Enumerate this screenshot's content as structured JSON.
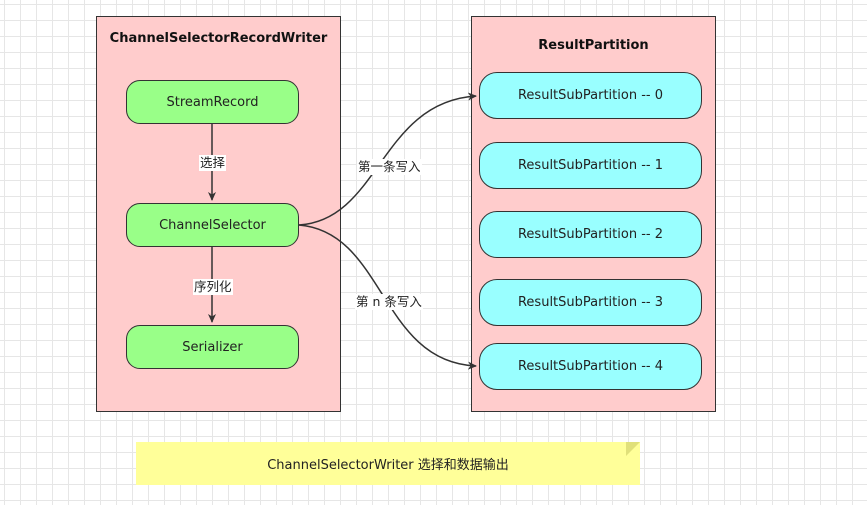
{
  "writer": {
    "title": "ChannelSelectorRecordWriter",
    "nodes": {
      "stream_record": "StreamRecord",
      "channel_selector": "ChannelSelector",
      "serializer": "Serializer"
    },
    "edges": {
      "select": "选择",
      "serialize": "序列化"
    }
  },
  "partition": {
    "title": "ResultPartition",
    "subpartitions": [
      "ResultSubPartition -- 0",
      "ResultSubPartition -- 1",
      "ResultSubPartition -- 2",
      "ResultSubPartition -- 3",
      "ResultSubPartition -- 4"
    ]
  },
  "cross_edges": {
    "first": "第一条写入",
    "nth": "第 n 条写入"
  },
  "note": "ChannelSelectorWriter 选择和数据输出",
  "colors": {
    "container": "#ffcccc",
    "green_node": "#99ff88",
    "cyan_node": "#99ffff",
    "note": "#ffff99"
  }
}
